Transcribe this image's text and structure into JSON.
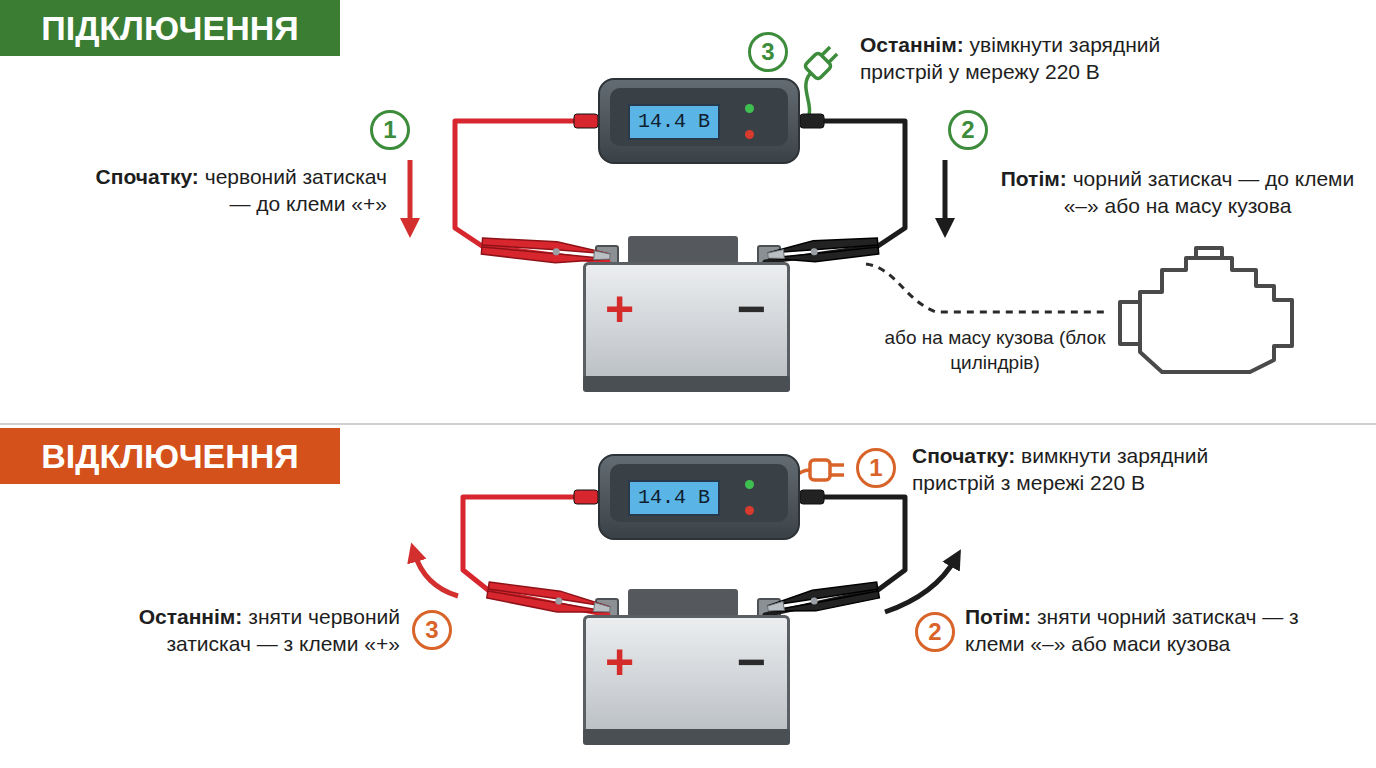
{
  "diagram": {
    "nodes": [
      {
        "text": [
          "ПІДКЛЮЧЕННЯ"
        ]
      },
      {
        "text": [
          "3"
        ]
      },
      {
        "text": [
          "14.4 В"
        ]
      },
      {
        "text": [
          "1"
        ]
      },
      {
        "text": [
          "2"
        ]
      },
      {
        "text": [
          "+",
          "−"
        ]
      },
      {
        "text": [
          "ВІДКЛЮЧЕННЯ"
        ]
      },
      {
        "text": [
          "14.4 В"
        ]
      },
      {
        "text": [
          "1"
        ]
      },
      {
        "text": [
          "3"
        ]
      },
      {
        "text": [
          "2"
        ]
      },
      {
        "text": [
          "+",
          "−"
        ]
      }
    ],
    "edges": [
      {
        "from": 2,
        "to": 5,
        "arrow": "none"
      },
      {
        "from": 2,
        "to": 5,
        "arrow": "none"
      },
      {
        "from": 7,
        "to": 11,
        "arrow": "none"
      },
      {
        "from": 7,
        "to": 11,
        "arrow": "none"
      }
    ],
    "labels": [
      "Спочатку:",
      "червоний затискач — до клеми «+»",
      "Останнім:",
      "увімкнути зарядний пристрій у мережу 220 В",
      "Потім:",
      "чорний затискач — до клеми «–» або на масу кузова",
      "або на масу кузова (блок циліндрів)",
      "Спочатку:",
      "вимкнути зарядний пристрій з мережі 220 В",
      "Останнім:",
      "зняти червоний затискач — з клеми «+»",
      "Потім:",
      "зняти чорний затискач — з клеми «–» або маси кузова"
    ]
  }
}
